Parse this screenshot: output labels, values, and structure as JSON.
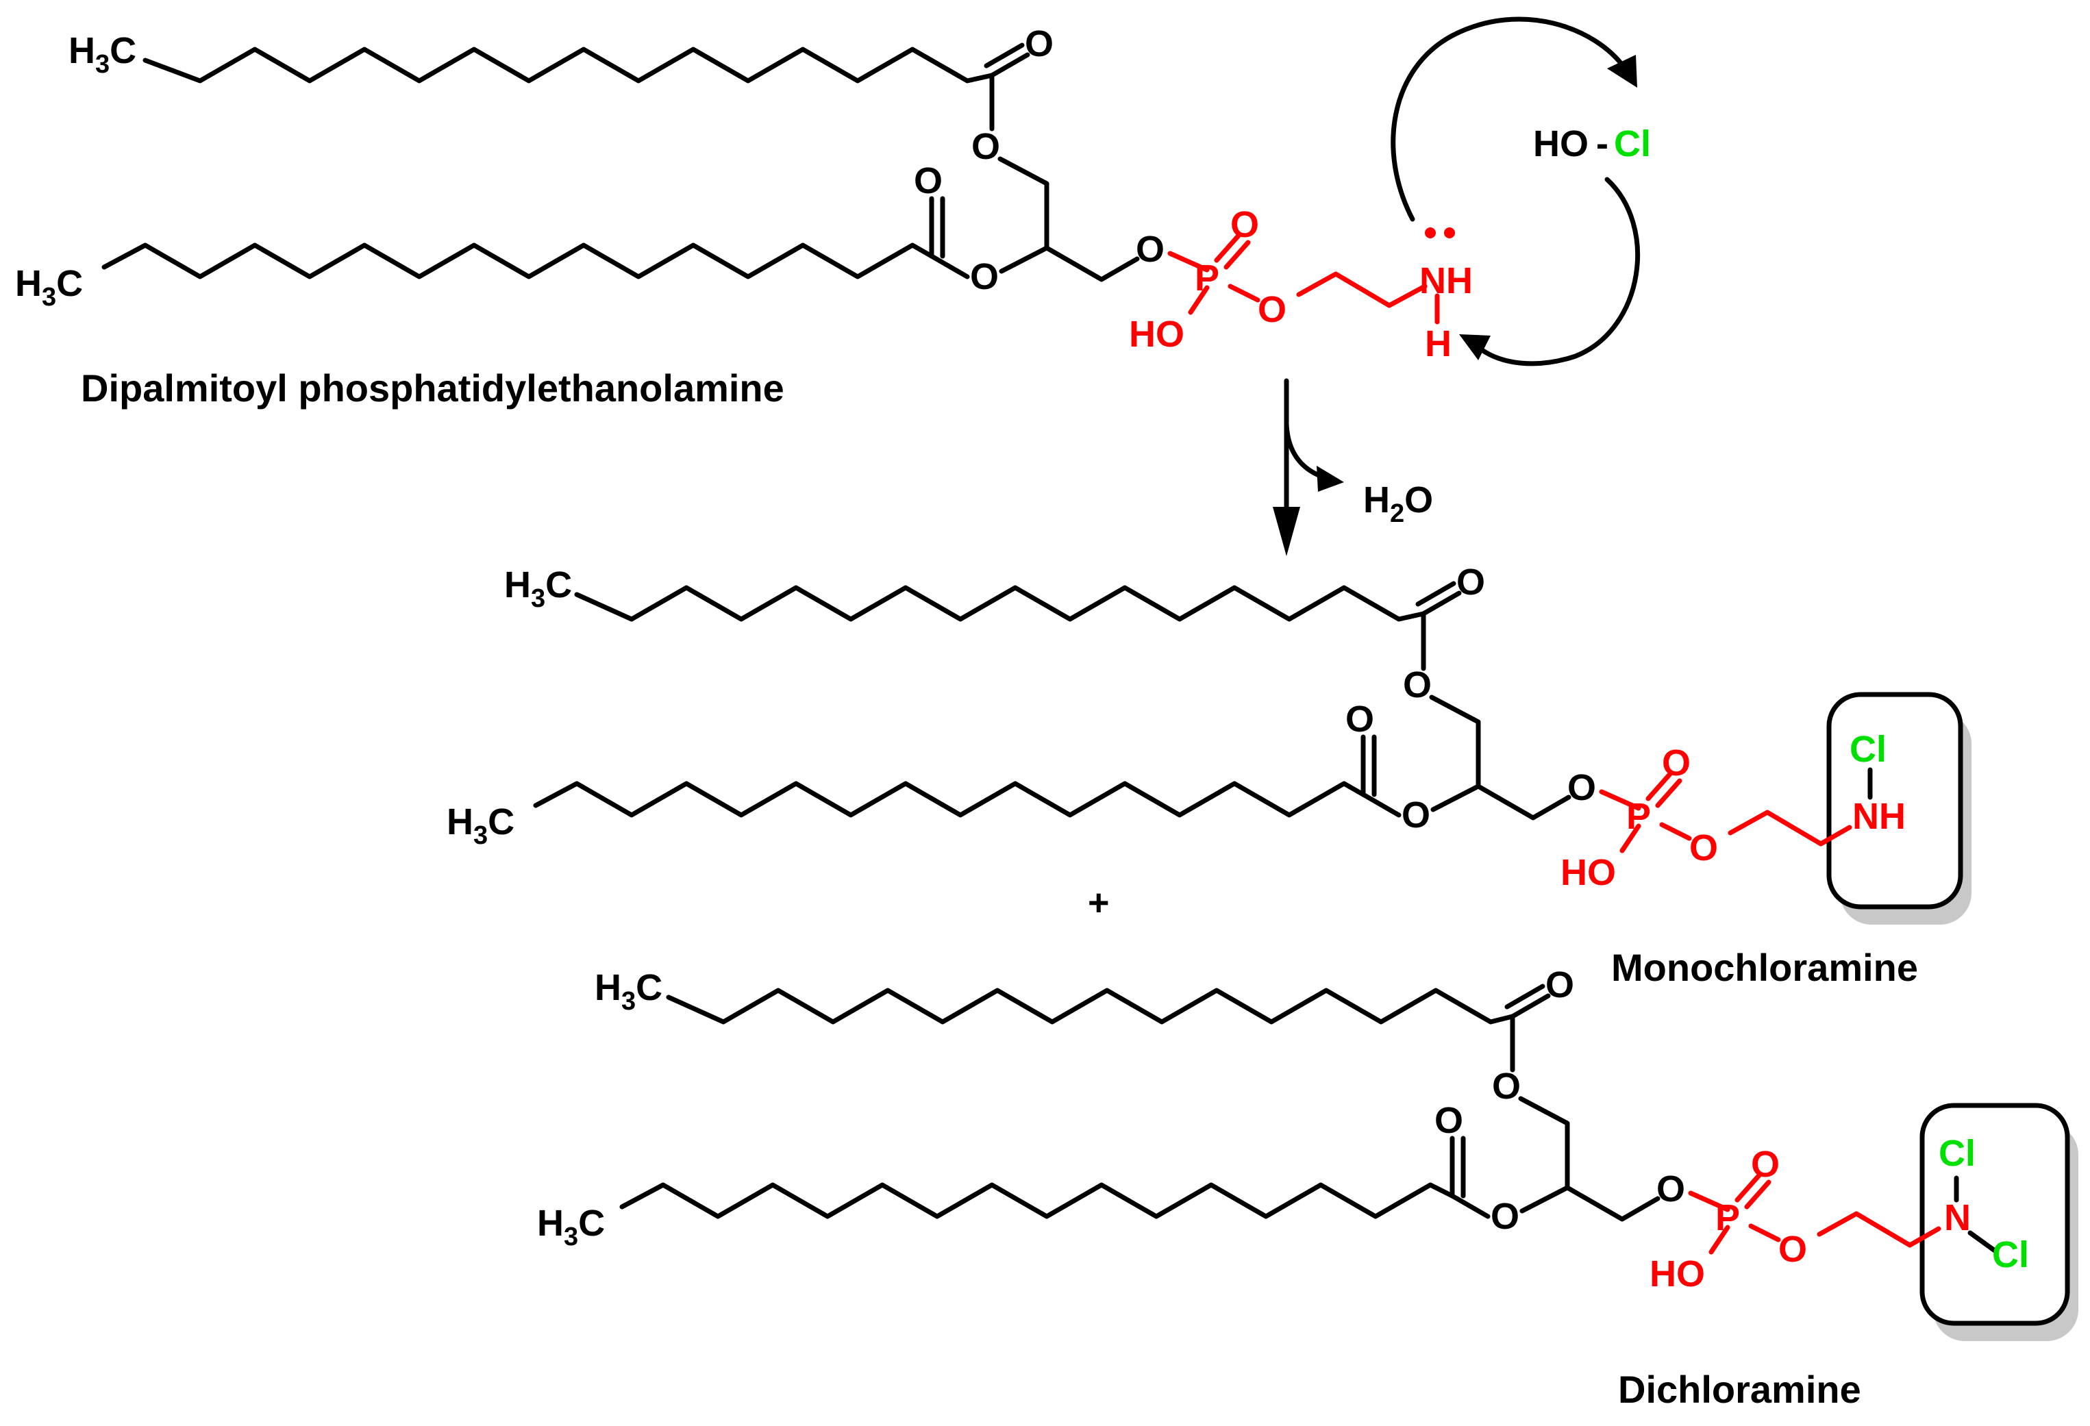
{
  "labels": {
    "reactant": "Dipalmitoyl phosphatidylethanolamine",
    "product_1": "Monochloramine",
    "product_2": "Dichloramine",
    "plus": "+",
    "water": "H2O",
    "reagent_ho": "HO",
    "reagent_dash": "-",
    "reagent_cl": "Cl"
  },
  "atoms": {
    "c": "C",
    "h": "H",
    "h3": "H",
    "sub3": "3",
    "o": "O",
    "p": "P",
    "ho": "HO",
    "nh": "NH",
    "n": "N",
    "cl": "Cl"
  },
  "colors": {
    "bond": "#000000",
    "headgroup": "#ff0000",
    "chlorine": "#00e000",
    "box_shadow": "#c8c8c8"
  }
}
